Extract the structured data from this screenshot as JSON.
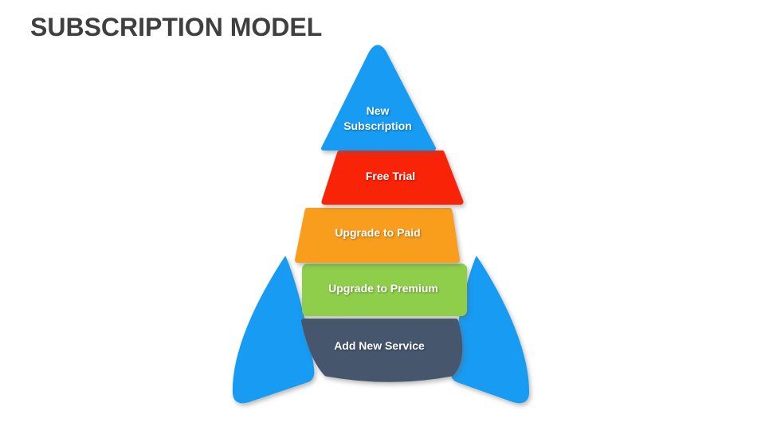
{
  "title": "SUBSCRIPTION MODEL",
  "colors": {
    "background": "#ffffff",
    "title_text": "#3f3f3f",
    "label_text": "#ffffff",
    "blue": "#179bf3",
    "red": "#f92307",
    "orange": "#f99d1d",
    "green": "#8fce4b",
    "slate": "#46576d"
  },
  "diagram": {
    "type": "rocket-funnel",
    "stages": [
      {
        "id": "new-subscription",
        "label": "New Subscription",
        "lines": [
          "New",
          "Subscription"
        ],
        "color": "#179bf3",
        "shape": "nose-cone"
      },
      {
        "id": "free-trial",
        "label": "Free Trial",
        "color": "#f92307",
        "shape": "trapezoid"
      },
      {
        "id": "upgrade-to-paid",
        "label": "Upgrade to Paid",
        "color": "#f99d1d",
        "shape": "trapezoid"
      },
      {
        "id": "upgrade-to-premium",
        "label": "Upgrade to Premium",
        "color": "#8fce4b",
        "shape": "rounded-rectangle"
      },
      {
        "id": "add-new-service",
        "label": "Add New Service",
        "color": "#46576d",
        "shape": "rocket-base"
      }
    ],
    "fins": {
      "color": "#179bf3",
      "sides": [
        "left",
        "right"
      ]
    }
  }
}
